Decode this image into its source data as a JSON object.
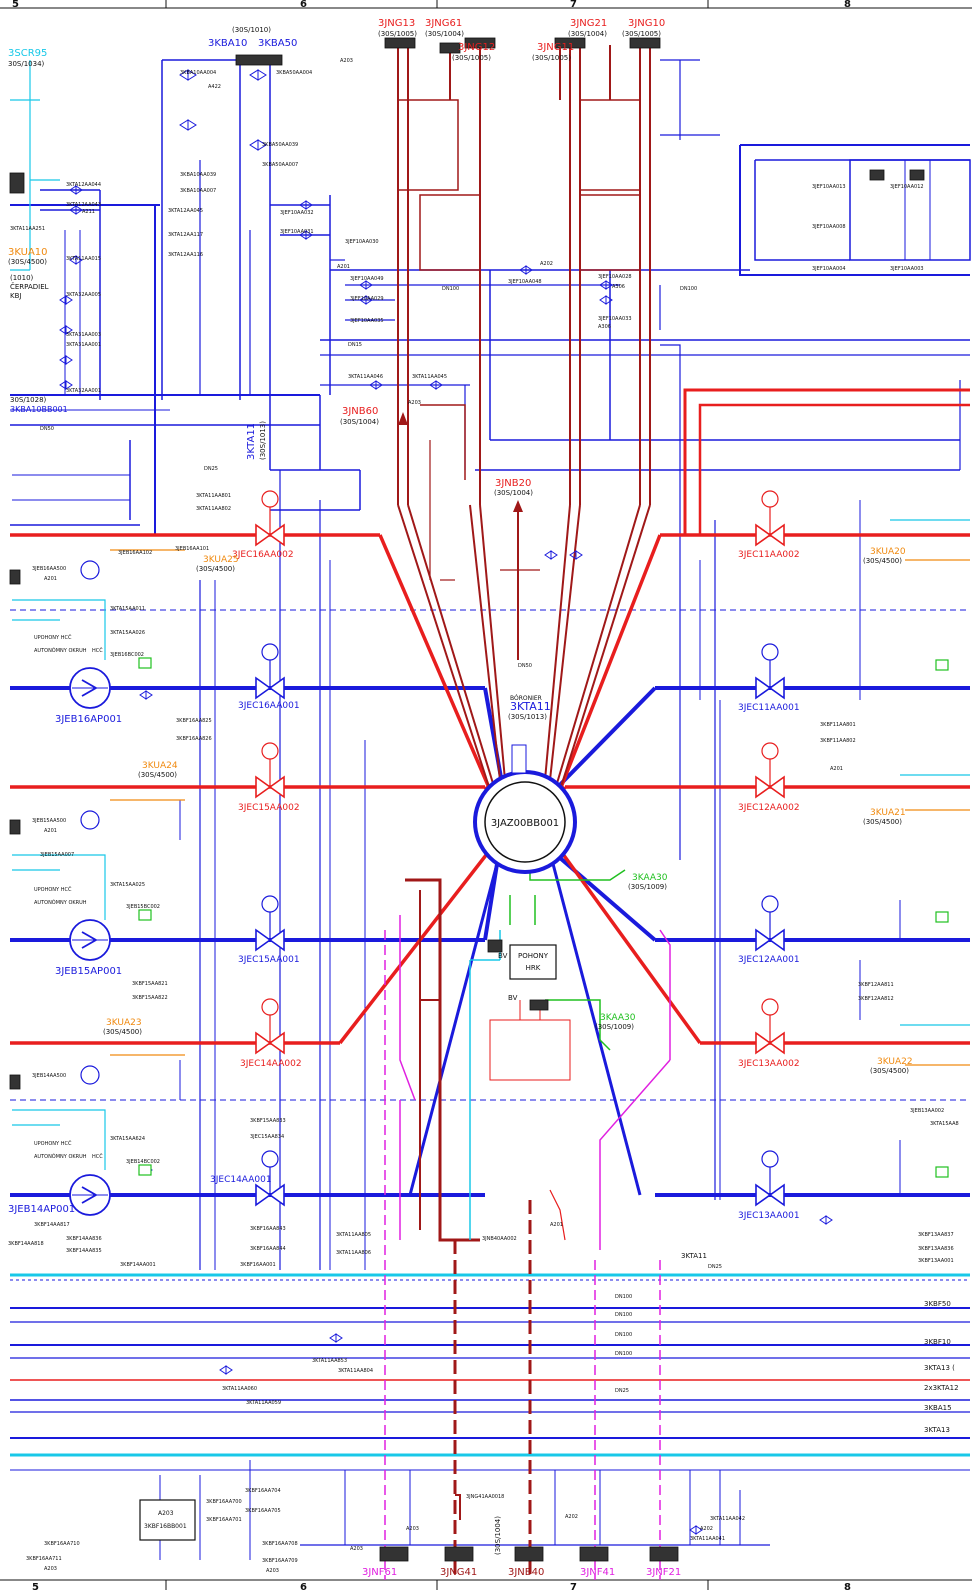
{
  "colors": {
    "blue": "#1a1adc",
    "red": "#e81e1e",
    "darkred": "#a01818",
    "magenta": "#e020e0",
    "cyan": "#18c8e8",
    "orange": "#f08a10",
    "green": "#20c020",
    "black": "#111111"
  },
  "frame": {
    "top_numbers": [
      "5",
      "6",
      "7",
      "8"
    ],
    "bottom_numbers": [
      "5",
      "6",
      "7",
      "8"
    ]
  },
  "center": {
    "vessel_label": "3JAZ00BB001",
    "top_note_1": "BÓRONIER",
    "top_note_2": "3KTA11",
    "top_note_3": "(30S/1013)"
  },
  "pohony": {
    "line1": "POHONY",
    "line2": "HRK",
    "bv_top": "BV",
    "bv_bottom": "BV"
  },
  "top_connections": [
    {
      "name": "3JNG13",
      "ref": "(30S/1005)"
    },
    {
      "name": "3JNG61",
      "ref": "(30S/1004)"
    },
    {
      "name": "3JNG12",
      "ref": "(30S/1005)"
    },
    {
      "name": "3JNG21",
      "ref": "(30S/1004)"
    },
    {
      "name": "3JNG10",
      "ref": "(30S/1005)"
    },
    {
      "name": "3JNG11",
      "ref": "(30S/1005)"
    }
  ],
  "kba": {
    "ref": "(30S/1010)",
    "left": "3KBA10",
    "right": "3KBA50"
  },
  "left_top": {
    "scr": "3SCR95",
    "scr_ref": "30S/1034)",
    "kua10": "3KUA10",
    "kua10_ref": "(30S/4500)",
    "t1": "(1010)",
    "t2": "ČERPADIEL",
    "t3": "KBJ",
    "t4": "30S/1028)",
    "t5": "3KBA10BB001",
    "t6": "3KTA11AA251"
  },
  "ktai11": {
    "name": "3KTA11",
    "ref": "(30S/1013)"
  },
  "jnb60": {
    "name": "3JNB60",
    "ref": "(30S/1004)"
  },
  "jnb20": {
    "name": "3JNB20",
    "ref": "(30S/1004)"
  },
  "valves": {
    "jec16aa002": "3JEC16AA002",
    "jec16aa001": "3JEC16AA001",
    "jec15aa002": "3JEC15AA002",
    "jec15aa001": "3JEC15AA001",
    "jec14aa002": "3JEC14AA002",
    "jec14aa001": "3JEC14AA001",
    "jec11aa002": "3JEC11AA002",
    "jec11aa001": "3JEC11AA001",
    "jec12aa002": "3JEC12AA002",
    "jec12aa001": "3JEC12AA001",
    "jec13aa002": "3JEC13AA002",
    "jec13aa001": "3JEC13AA001"
  },
  "pumps": {
    "jeb16": "3JEB16AP001",
    "jeb15": "3JEB15AP001",
    "jeb14": "3JEB14AP001"
  },
  "kua": {
    "kua25": "3KUA25",
    "kua25_ref": "(30S/4500)",
    "kua24": "3KUA24",
    "kua24_ref": "(30S/4500)",
    "kua23": "3KUA23",
    "kua23_ref": "(30S/4500)",
    "kua20": "3KUA20",
    "kua20_ref": "(30S/4500)",
    "kua21": "3KUA21",
    "kua21_ref": "(30S/4500)",
    "kua22": "3KUA22",
    "kua22_ref": "(30S/4500)"
  },
  "kaa": {
    "kaa30a": "3KAA30",
    "kaa30a_ref": "(30S/1009)",
    "kaa30b": "3KAA30",
    "kaa30b_ref": "(30S/1009)"
  },
  "left_labels": {
    "upohony": "UPOHONY HCČ",
    "autonomny": "AUTONÓMNY OKRUH",
    "hcc": "HCČ",
    "bb_box_1": "A203",
    "bb_box_2": "3KBF16BB001"
  },
  "bottom_lines": [
    {
      "label": "3KBF50"
    },
    {
      "label": "3KBF10"
    },
    {
      "label": "3KTA13 ("
    },
    {
      "label": "2x3KTA12"
    },
    {
      "label": "3KBA15"
    },
    {
      "label": "3KTA13"
    }
  ],
  "bottom_connections": [
    {
      "name": "3JNF61"
    },
    {
      "name": "3JNG41"
    },
    {
      "name": "3JNB40"
    },
    {
      "name": "3JNF41"
    },
    {
      "name": "3JNF21"
    }
  ],
  "bottom_ref": "(30S/1004)",
  "ktai11_bottom": "3KTA11",
  "aa_tags": {
    "t1": "3KTA12AA044",
    "t2": "3KTA12AA043",
    "t3": "3KTA12AA045",
    "t4": "3KTA12AA117",
    "t5": "3KTA12AA116",
    "t6": "3KTA11AA015",
    "t7": "3KTA32AA005",
    "t8": "3KTA31AA003",
    "t9": "3KTA31AA001",
    "t10": "3KTA32AA001",
    "t11": "3KBA10AA004",
    "t12": "3KBA50AA004",
    "t13": "3KBA50AA039",
    "t14": "3KBA50AA007",
    "t15": "3KBA10AA039",
    "t16": "3KBA10AA007",
    "t17": "3JEF10AA032",
    "t18": "3JEF10AA031",
    "t19": "3JEF10AA030",
    "t20": "3JEF10AA049",
    "t21": "3JEF10AA029",
    "t22": "3JEF10AA035",
    "t23": "3JEF10AA048",
    "t24": "3JEF10AA028",
    "t25": "3JEF10AA033",
    "t26": "3KTA11AA046",
    "t27": "3KTA11AA045",
    "t28": "3JEF10AA013",
    "t29": "3JEF10AA012",
    "t30": "3JEF10AA008",
    "t31": "3JEF10AA004",
    "t32": "3JEF10AA003",
    "t33": "3KTA11AA801",
    "t34": "3KTA11AA802",
    "t35": "3JEB16AA500",
    "t36": "3JEB16AA102",
    "t37": "3JEB16AA101",
    "t38": "3KTA15AA011",
    "t39": "3KTA15AA026",
    "t40": "3JEB16BC002",
    "t41": "3KBF16AA825",
    "t42": "3KBF16AA826",
    "t43": "3KBF11AA801",
    "t44": "3KBF11AA802",
    "t45": "3JEB15AA500",
    "t46": "3JEB15AA007",
    "t47": "3KTA15AA025",
    "t48": "3JEB15BC002",
    "t49": "3KBF15AA821",
    "t50": "3KBF15AA822",
    "t51": "3KBF12AA811",
    "t52": "3KBF12AA812",
    "t53": "3JEB14AA500",
    "t54": "3KTA15AA624",
    "t55": "3JEB14BC002",
    "t56": "3KBF15AA833",
    "t57": "3JEC15AA834",
    "t58": "3KBF14AA817",
    "t59": "3KBF14AA836",
    "t60": "3KBF14AA835",
    "t61": "3KBF14AA818",
    "t62": "3KBF16AA843",
    "t63": "3KBF16AA844",
    "t64": "3KTA11AA805",
    "t65": "3KTA11AA806",
    "t66": "3JNB40AA002",
    "t67": "3KBF13AA837",
    "t68": "3KBF13AA836",
    "t69": "3KBF13AA001",
    "t70": "3KTA11AA853",
    "t71": "3KTA11AA804",
    "t72": "3KTA11AA060",
    "t73": "3KTA11AA059",
    "t74": "3KBF16AA704",
    "t75": "3KBF16AA700",
    "t76": "3KBF16AA705",
    "t77": "3KBF16AA701",
    "t78": "3KBF16AA710",
    "t79": "3KBF16AA711",
    "t80": "3KBF16AA708",
    "t81": "3KBF16AA709",
    "t82": "3JNG41AA0018",
    "t83": "3KTA11AA042",
    "t84": "3KTA11AA041",
    "t85": "3KBF16AA001",
    "t86": "3KBF14AA001",
    "t87": "3JEB13AA002",
    "t88": "3KTA15AA8"
  },
  "aux": {
    "a201": "A201",
    "a202": "A202",
    "a203": "A203",
    "a211": "A211",
    "a306": "A306",
    "a422": "A422",
    "dn": "DN100",
    "dn50": "DN50",
    "dn25": "DN25",
    "dn15": "DN15"
  }
}
